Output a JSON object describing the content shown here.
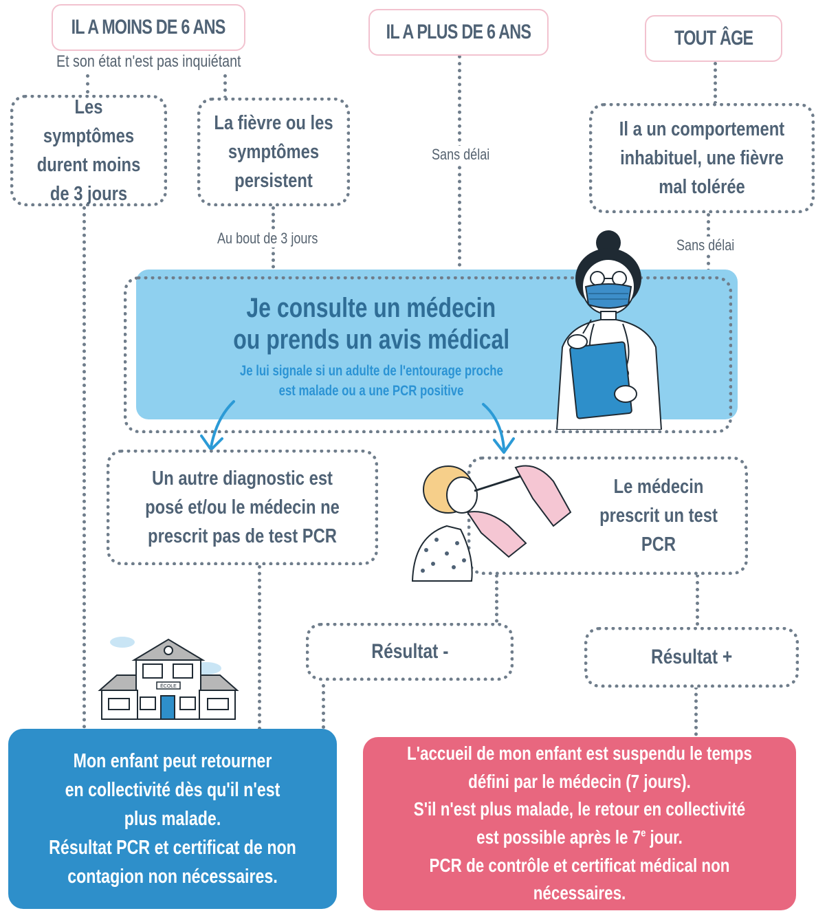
{
  "headers": {
    "under6": "IL A MOINS DE 6 ANS",
    "over6": "IL A PLUS DE 6 ANS",
    "any_age": "TOUT ÂGE"
  },
  "under6_condition": "Et son état n'est pas inquiétant",
  "boxes": {
    "short_symptoms": "Les symptômes durent moins de 3 jours",
    "persistent": "La fièvre ou les symptômes persistent",
    "unusual": "Il  a un comportement inhabituel, une fièvre mal tolérée",
    "other_diagnosis": "Un autre diagnostic est posé et/ou le médecin ne prescrit pas de test PCR",
    "pcr_prescribed": "Le médecin prescrit un test PCR",
    "result_negative": "Résultat -",
    "result_positive": "Résultat +"
  },
  "labels": {
    "no_delay_1": "Sans délai",
    "no_delay_2": "Sans délai",
    "after_3_days": "Au bout de 3 jours"
  },
  "consult": {
    "title_line1": "Je consulte un médecin",
    "title_line2": "ou prends un avis médical",
    "sub_line1": "Je lui signale si un adulte de l'entourage proche",
    "sub_line2": "est malade ou a une PCR positive"
  },
  "school_sign": "ÉCOLE",
  "final_blue": {
    "line1": "Mon enfant peut retourner",
    "line2": "en collectivité dès qu'il n'est",
    "line3": "plus malade.",
    "line4": "Résultat PCR et certificat de non",
    "line5": "contagion non nécessaires."
  },
  "final_pink": {
    "line1": "L'accueil de mon enfant est suspendu le temps",
    "line2": "défini par le médecin (7 jours).",
    "line3": "S'il n'est plus malade, le retour en collectivité",
    "line4_prefix": "est possible après le 7",
    "line4_sup": "e",
    "line4_suffix": " jour.",
    "line5": "PCR de contrôle et certificat médical non nécessaires."
  },
  "colors": {
    "text_dark": "#4f6275",
    "header_border": "#f2c2cf",
    "consult_bg": "#8fd0ef",
    "consult_title": "#2f6d96",
    "consult_sub": "#2b93d4",
    "final_blue": "#2e8fca",
    "final_pink": "#e8677f",
    "dots": "#6f7d8b",
    "arrow": "#2b9ad6"
  }
}
